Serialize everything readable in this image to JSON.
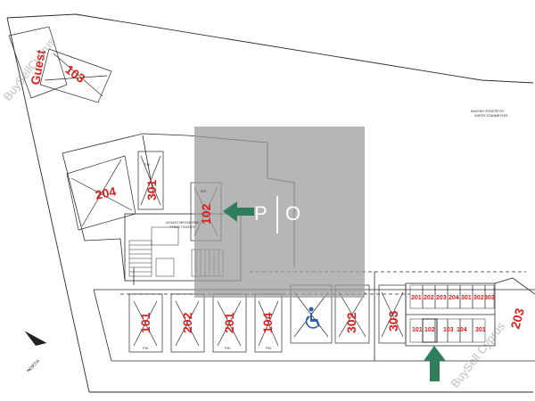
{
  "colors": {
    "line": "#2b2b2b",
    "label_red": "#d8231f",
    "arrow_green": "#2e7d5b",
    "overlay_gray": "#9a9a9a",
    "logo_white": "#ffffff"
  },
  "watermarks": [
    "BuySellCyprus",
    "BuySell Cyprus"
  ],
  "logo": {
    "left": "P",
    "right": "O"
  },
  "legend_note": [
    "ΚΑΛΥΨΗ ΥΠΟΣΤΕΓΟΥ",
    "ΧΩΡΟΥ ΣΤΑΘΜΕΥΣΗΣ"
  ],
  "north_label": "NORTH",
  "spaces": [
    {
      "label": "Guest"
    },
    {
      "label": "103"
    },
    {
      "label": "204"
    },
    {
      "label": "301"
    },
    {
      "label": "102"
    },
    {
      "label": "101"
    },
    {
      "label": "202"
    },
    {
      "label": "201"
    },
    {
      "label": "104"
    },
    {
      "label": "302"
    },
    {
      "label": "303"
    },
    {
      "label": "203"
    }
  ],
  "storage_units": {
    "top_row": [
      "201",
      "202",
      "203",
      "204",
      "301",
      "302",
      "303"
    ],
    "bottom_row": [
      "101",
      "102",
      "103",
      "104",
      "301"
    ]
  },
  "small_texts": [
    "P10",
    "P20",
    "P30",
    "P40",
    "P50",
    "ΔΥΝΑΤΟ ΜΕΤΑΦΟΡΑΣ",
    "ΤΥΠΟΥ ΠΛΑΣΙΟΥ"
  ]
}
